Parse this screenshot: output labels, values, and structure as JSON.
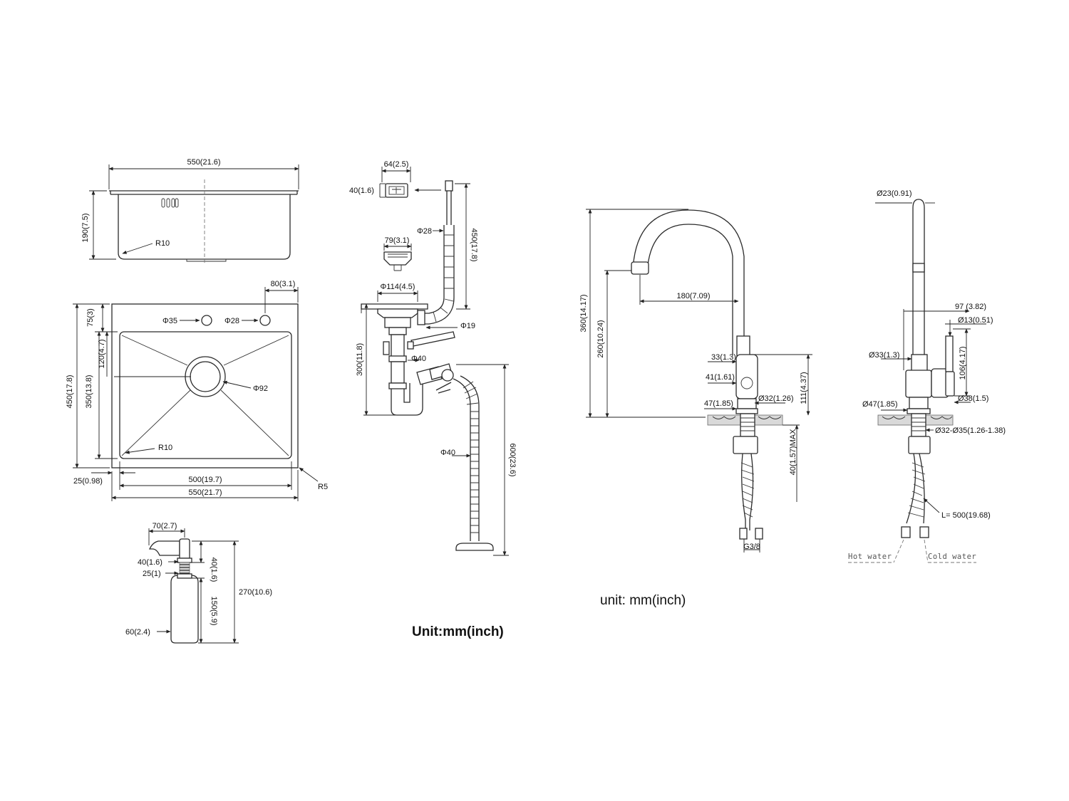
{
  "sink_front": {
    "width": "550(21.6)",
    "depth": "190(7.5)",
    "radius": "R10"
  },
  "sink_top": {
    "rim_right": "80(3.1)",
    "rim_top": "75(3)",
    "hole_offset": "120(4.7)",
    "outer_depth": "450(17.8)",
    "inner_depth": "350(13.8)",
    "hole_small": "Φ35",
    "hole_tap": "Φ28",
    "drain": "Φ92",
    "inner_radius": "R10",
    "rim_left": "25(0.98)",
    "inner_width": "500(19.7)",
    "outer_width": "550(21.7)",
    "corner_radius": "R5"
  },
  "soap_dispenser": {
    "spout": "70(2.7)",
    "head": "40(1.6)",
    "thread": "25(1)",
    "head_right": "40(1.6)",
    "bottle": "150(5.9)",
    "total": "270(10.6)",
    "diameter": "60(2.4)"
  },
  "drain_kit": {
    "overflow_width": "64(2.5)",
    "overflow_height": "40(1.6)",
    "hose_dia": "Φ28",
    "hose_length": "450(17.8)",
    "basket": "79(3.1)",
    "flange": "Φ114(4.5)",
    "outlet": "Φ19",
    "pipe_a": "Φ40",
    "trap_height": "300(11.8)",
    "pipe_b": "Φ40",
    "total_height": "600(23.6)"
  },
  "unit_left": "Unit:mm(inch)",
  "faucet_front": {
    "total_height": "360(14.17)",
    "spout_height": "260(10.24)",
    "reach": "180(7.09)",
    "handle_a": "33(1.3)",
    "handle_b": "41(1.61)",
    "body_height": "111(4.37)",
    "base": "47(1.85)",
    "shank": "Ø32(1.26)",
    "counter": "40(1.57)MAX",
    "thread": "G3/8"
  },
  "faucet_side": {
    "spout_dia": "Ø23(0.91)",
    "handle_reach": "97 (3.82)",
    "handle_dia": "Ø13(0.51)",
    "handle_height": "106(4.17)",
    "body_dia": "Ø33(1.3)",
    "base_dia": "Ø38(1.5)",
    "base": "Ø47(1.85)",
    "hole": "Ø32-Ø35(1.26-1.38)",
    "hose_len": "L= 500(19.68)",
    "hot": "Hot water",
    "cold": "Cold water"
  },
  "unit_right": "unit: mm(inch)"
}
